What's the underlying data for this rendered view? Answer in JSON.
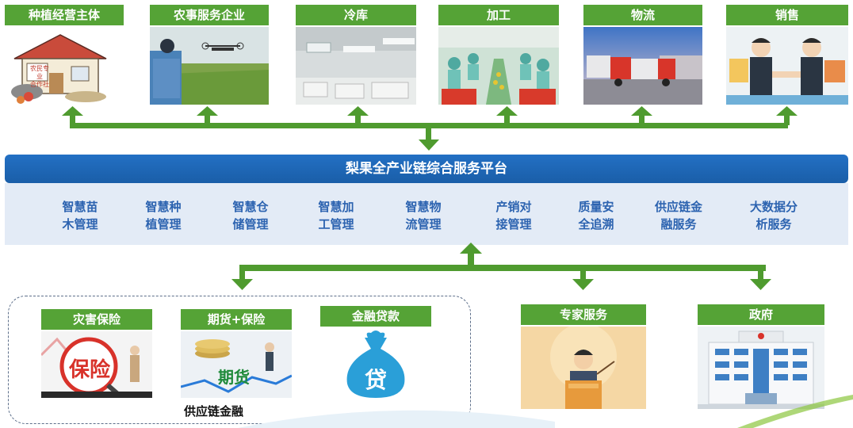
{
  "top_nodes": [
    {
      "id": "planting",
      "label": "种植经营主体",
      "sign_text": "农民专业\n合作社"
    },
    {
      "id": "agri-service",
      "label": "农事服务企业"
    },
    {
      "id": "cold-storage",
      "label": "冷库"
    },
    {
      "id": "processing",
      "label": "加工"
    },
    {
      "id": "logistics",
      "label": "物流"
    },
    {
      "id": "sales",
      "label": "销售"
    }
  ],
  "platform": {
    "title": "梨果全产业链综合服务平台",
    "modules": [
      {
        "line1": "智慧苗",
        "line2": "木管理"
      },
      {
        "line1": "智慧种",
        "line2": "植管理"
      },
      {
        "line1": "智慧仓",
        "line2": "储管理"
      },
      {
        "line1": "智慧加",
        "line2": "工管理"
      },
      {
        "line1": "智慧物",
        "line2": "流管理"
      },
      {
        "line1": "产销对",
        "line2": "接管理"
      },
      {
        "line1": "质量安",
        "line2": "全追溯"
      },
      {
        "line1": "供应链金",
        "line2": "融服务"
      },
      {
        "line1": "大数据分",
        "line2": "析服务"
      }
    ]
  },
  "finance_group": {
    "caption": "供应链金融",
    "items": [
      {
        "label": "灾害保险",
        "pic_text": "保险"
      },
      {
        "label": "期货+保险",
        "pic_text": "期货"
      },
      {
        "label": "金融贷款",
        "pic_text": "贷"
      }
    ]
  },
  "expert": {
    "label": "专家服务"
  },
  "government": {
    "label": "政府"
  },
  "colors": {
    "green": "#55a336",
    "arrow": "#4f9b2f",
    "platform_blue": "#1f67b8",
    "module_text": "#2c63b0",
    "module_bg": "#e3ebf6"
  }
}
